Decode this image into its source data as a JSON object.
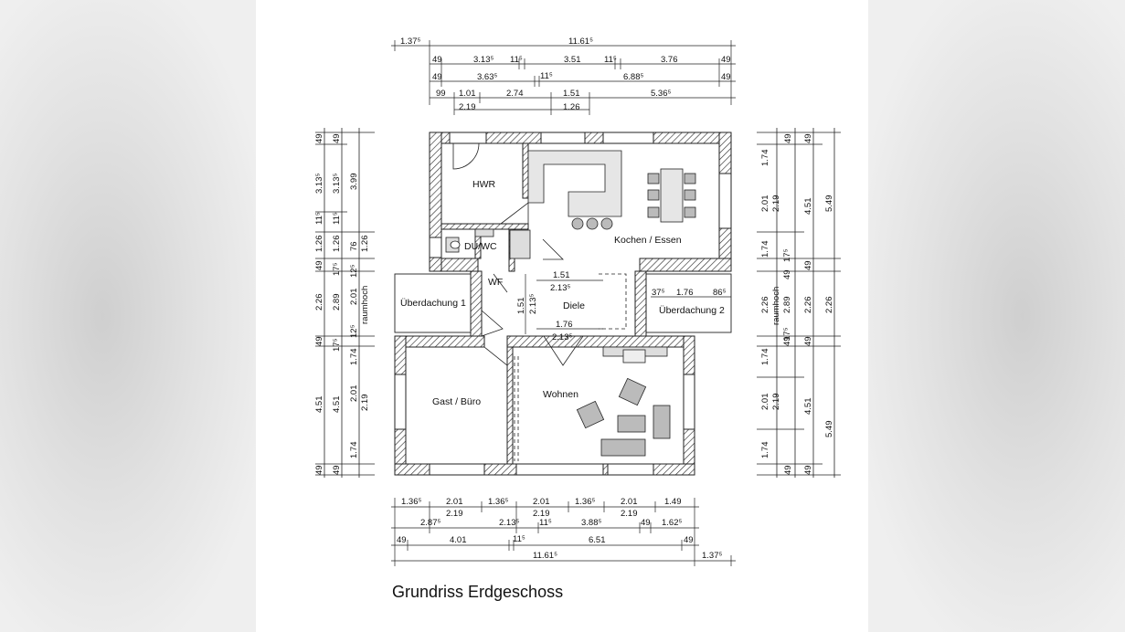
{
  "title": "Grundriss Erdgeschoss",
  "rooms": {
    "hwr": "HWR",
    "du_wc": "DU/WC",
    "kochen_essen": "Kochen / Essen",
    "wf": "WF",
    "diele": "Diele",
    "ueberdachung1": "Überdachung 1",
    "ueberdachung2": "Überdachung 2",
    "gast_buero": "Gast / Büro",
    "wohnen": "Wohnen"
  },
  "dims_top": {
    "r1": [
      "1.37⁵",
      "11.61⁵"
    ],
    "r2": [
      "49",
      "3.13⁵",
      "11⁵",
      "3.51",
      "11⁵",
      "3.76",
      "49"
    ],
    "r3": [
      "49",
      "3.63⁵",
      "11⁵",
      "6.88⁵",
      "49"
    ],
    "r4": [
      "99",
      "1.01",
      "2.74",
      "1.51",
      "5.36⁵"
    ],
    "r5": [
      "2.19",
      "1.26"
    ]
  },
  "dims_bottom": {
    "r1": [
      "1.36⁵",
      "2.01",
      "1.36⁵",
      "2.01",
      "1.36⁵",
      "2.01",
      "1.49"
    ],
    "r2": [
      "2.19",
      "2.19",
      "2.19"
    ],
    "r3": [
      "2.87⁵",
      "2.13⁵",
      "11⁵",
      "3.88⁵",
      "49",
      "1.62⁵"
    ],
    "r4": [
      "49",
      "4.01",
      "11⁵",
      "6.51",
      "49"
    ],
    "r5": [
      "11.61⁵",
      "1.37⁵"
    ]
  },
  "dims_left": {
    "c1": [
      "49",
      "3.13⁵",
      "11⁵",
      "1.26",
      "49",
      "2.26",
      "49",
      "4.51",
      "49"
    ],
    "c2": [
      "49",
      "3.13⁵",
      "11⁵",
      "1.26",
      "17⁵",
      "2.89",
      "17⁵",
      "4.51",
      "49"
    ],
    "c3": [
      "3.99",
      "76",
      "2.01",
      "12⁵",
      "12⁵",
      "1.74",
      "2.01",
      "2.19",
      "1.74"
    ],
    "c4": [
      "1.26",
      "raumhoch"
    ]
  },
  "dims_right": {
    "c1": [
      "49",
      "1.74",
      "2.01",
      "1.74",
      "49",
      "2.26",
      "49",
      "1.74",
      "2.01",
      "1.74",
      "49"
    ],
    "c2": [
      "2.19",
      "17⁵",
      "raumhoch",
      "17⁵",
      "2.19"
    ],
    "c3": [
      "49",
      "4.51",
      "49",
      "2.89",
      "49",
      "4.51",
      "49"
    ],
    "c4": [
      "5.49",
      "2.26",
      "5.49"
    ],
    "c5": [
      "49",
      "49",
      "2.26",
      "49",
      "49"
    ]
  },
  "dims_inner": {
    "diele_w1": "1.51",
    "diele_w1b": "2.13⁵",
    "diele_h": "1.51",
    "diele_h2": "2.13⁵",
    "diele_w2": "1.76",
    "diele_w2b": "2.13⁵",
    "ueb2_a": "37⁵",
    "ueb2_b": "1.76",
    "ueb2_c": "86⁵"
  }
}
